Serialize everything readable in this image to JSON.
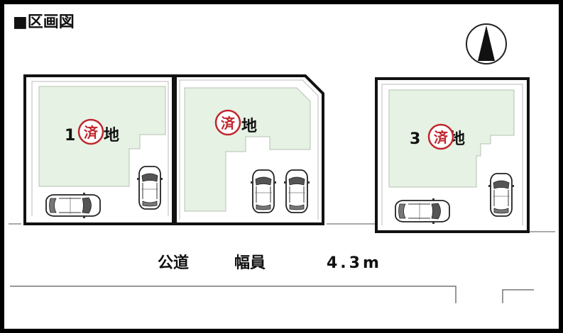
{
  "header": {
    "title": "■区画図"
  },
  "compass": {
    "icon": "north-arrow-icon"
  },
  "lots": [
    {
      "label_prefix": "1",
      "label_suffix": "地",
      "stamp": "済"
    },
    {
      "label_prefix": "",
      "label_suffix": "地",
      "stamp": "済"
    },
    {
      "label_prefix": "3",
      "label_suffix": "地",
      "stamp": "済"
    }
  ],
  "road": {
    "type": "公道",
    "width_label": "幅員",
    "width_value": "4.3m"
  },
  "colors": {
    "lot_fill": "#e6f2e4",
    "lot_border": "#111111",
    "stamp": "#c0262e",
    "frame": "#000000"
  }
}
